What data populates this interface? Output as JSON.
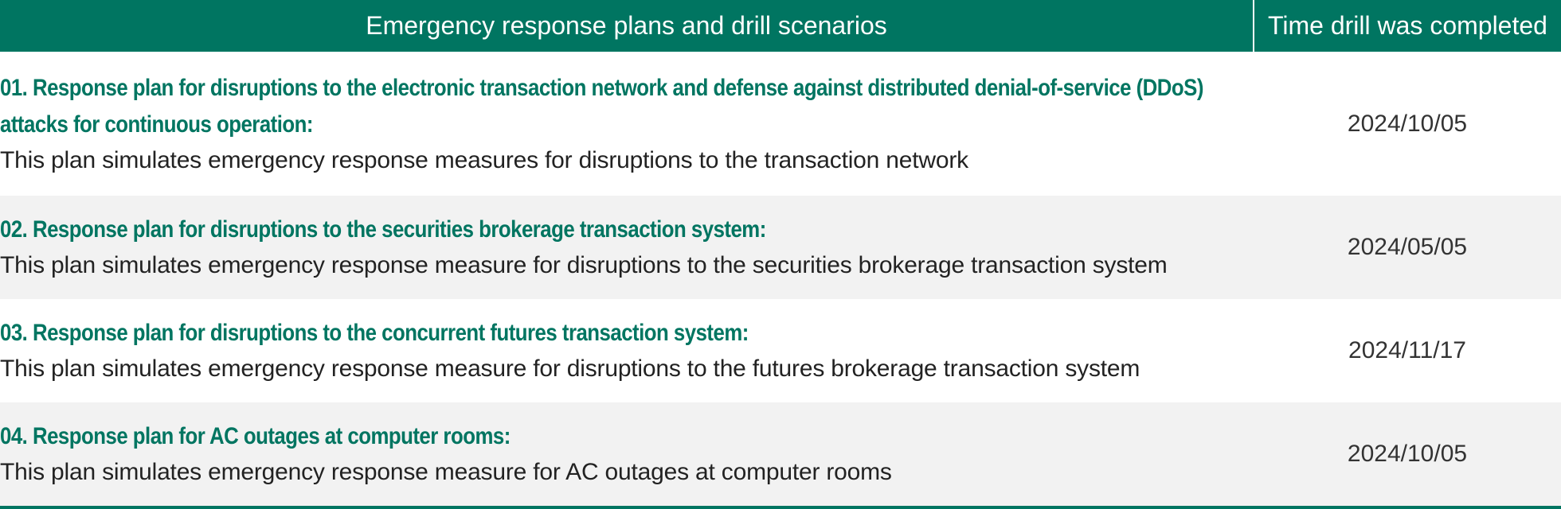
{
  "table": {
    "header": {
      "plans": "Emergency response plans and drill scenarios",
      "time": "Time drill was completed"
    },
    "rows": [
      {
        "title": "01. Response plan for disruptions to the electronic transaction network and defense against distributed denial-of-service (DDoS) attacks for continuous operation:",
        "description": "This plan simulates emergency response measures for disruptions to the transaction network",
        "date": "2024/10/05"
      },
      {
        "title": "02. Response plan for disruptions to the securities brokerage transaction system:",
        "description": "This plan simulates emergency response measure for disruptions to the securities brokerage transaction system",
        "date": "2024/05/05"
      },
      {
        "title": "03. Response plan for disruptions to the concurrent futures transaction system:",
        "description": "This plan simulates emergency response measure for disruptions to the futures brokerage transaction system",
        "date": "2024/11/17"
      },
      {
        "title": "04. Response plan for AC outages at computer rooms:",
        "description": "This plan simulates emergency response measure for AC outages at computer rooms",
        "date": "2024/10/05"
      }
    ]
  },
  "colors": {
    "header_bg": "#007561",
    "title_text": "#007561",
    "row_shade": "#f2f2f2"
  }
}
